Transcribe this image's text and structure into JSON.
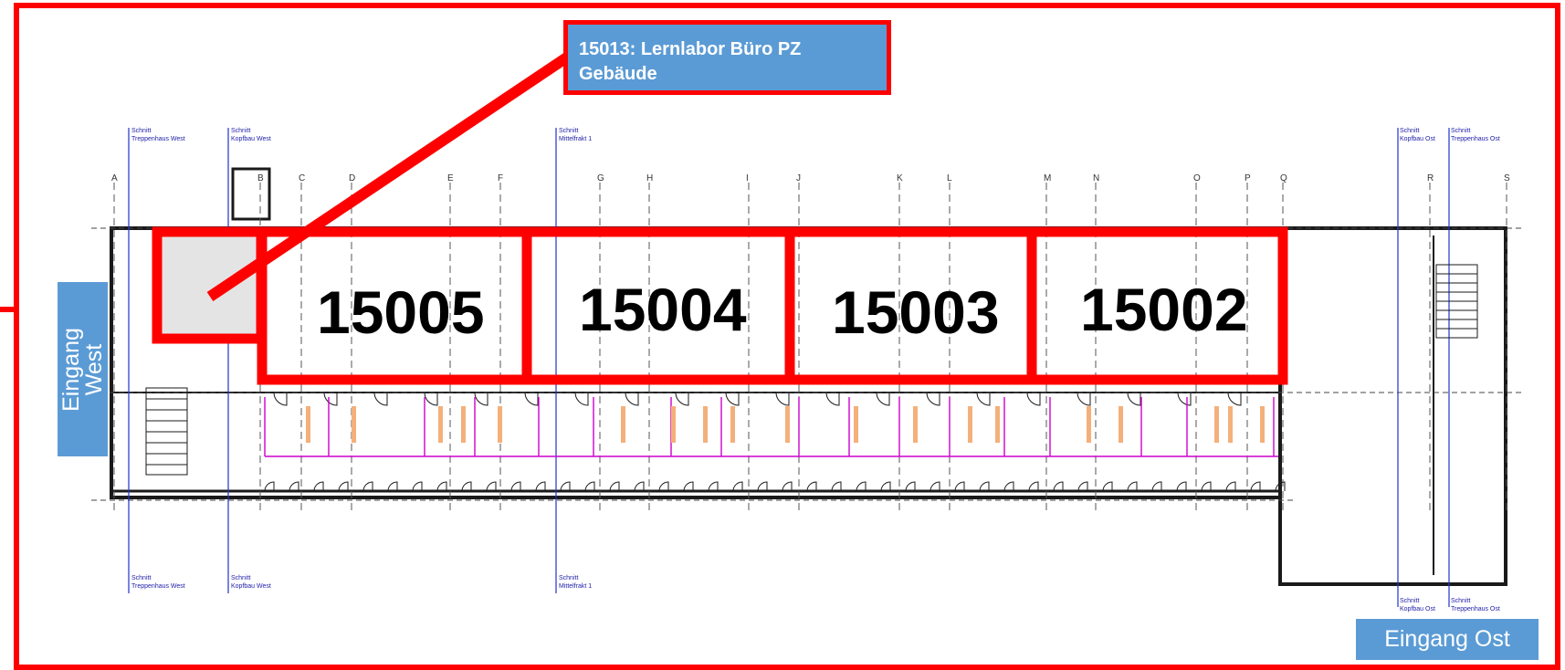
{
  "callout": {
    "line1": "15013: Lernlabor Büro PZ",
    "line2": "Gebäude"
  },
  "entrances": {
    "west": {
      "line1": "Eingang",
      "line2": "West"
    },
    "east": "Eingang Ost"
  },
  "rooms": [
    "15005",
    "15004",
    "15003",
    "15002"
  ],
  "grid_axes": [
    "A",
    "B",
    "C",
    "D",
    "E",
    "F",
    "G",
    "H",
    "I",
    "J",
    "K",
    "L",
    "M",
    "N",
    "O",
    "P",
    "Q",
    "R",
    "S"
  ],
  "section_markers": [
    {
      "line1": "Schnitt",
      "line2": "Treppenhaus West"
    },
    {
      "line1": "Schnitt",
      "line2": "Kopfbau West"
    },
    {
      "line1": "Schnitt",
      "line2": "Mittelfrakt 1"
    },
    {
      "line1": "Schnitt",
      "line2": "Kopfbau Ost"
    },
    {
      "line1": "Schnitt",
      "line2": "Treppenhaus Ost"
    }
  ],
  "colors": {
    "highlight": "#ff0000",
    "label_box": "#5b9bd5",
    "walls": "#1a1a1a",
    "section_lines": "#2233cc"
  }
}
